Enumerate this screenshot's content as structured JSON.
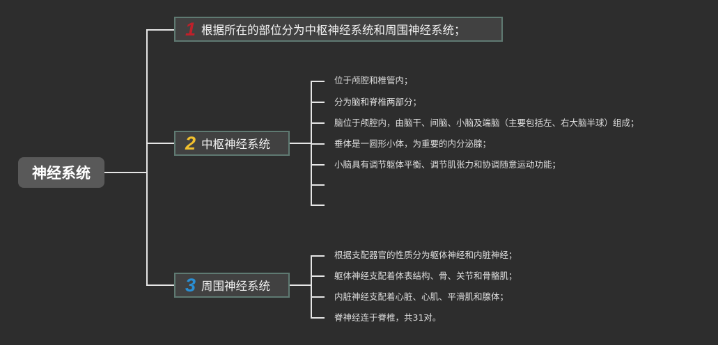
{
  "root": {
    "label": "神经系统"
  },
  "colors": {
    "background": "#2d2d2d",
    "line": "#e6e6e6",
    "num1": "#c0202a",
    "num2": "#f2c12e",
    "num3": "#2a8fd4"
  },
  "branches": [
    {
      "number": "1",
      "label": "根据所在的部位分为中枢神经系统和周围神经系统；",
      "leaves": []
    },
    {
      "number": "2",
      "label": "中枢神经系统",
      "leaves": [
        "位于颅腔和椎管内；",
        "分为脑和脊椎两部分；",
        "脑位于颅腔内，由脑干、间脑、小脑及端脑（主要包括左、右大脑半球）组成；",
        "垂体是一圆形小体，为重要的内分泌腺；",
        "小脑具有调节躯体平衡、调节肌张力和协调随意运动功能；",
        "",
        ""
      ]
    },
    {
      "number": "3",
      "label": "周围神经系统",
      "leaves": [
        "根据支配器官的性质分为躯体神经和内脏神经；",
        "躯体神经支配着体表结构、骨、关节和骨骼肌；",
        "内脏神经支配着心脏、心肌、平滑肌和腺体；",
        "脊神经连于脊椎，共31对。"
      ]
    }
  ]
}
